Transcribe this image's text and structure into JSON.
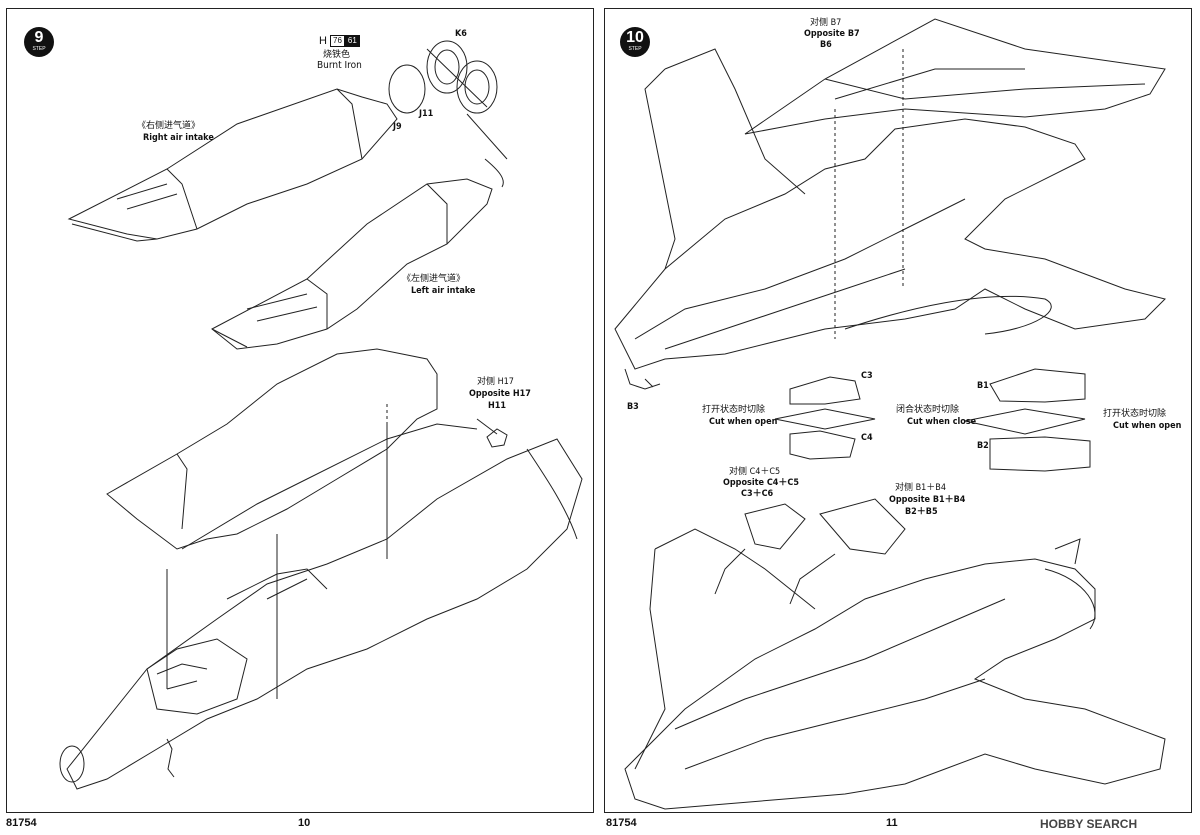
{
  "left_page": {
    "step_number": "9",
    "step_word": "STEP",
    "paint": {
      "code_letter": "H",
      "code1": "76",
      "code2": "61",
      "name_cn": "烧铁色",
      "name_en": "Burnt Iron"
    },
    "parts": {
      "k6": "K6",
      "j9": "J9",
      "j11": "J11",
      "h11": "H11"
    },
    "labels": {
      "right_intake_cn": "《右侧进气道》",
      "right_intake_en": "Right air intake",
      "left_intake_cn": "《左侧进气道》",
      "left_intake_en": "Left air intake",
      "opposite_h17_cn": "对侧 H17",
      "opposite_h17_en": "Opposite H17"
    },
    "footer_code": "81754",
    "page_number": "10"
  },
  "right_page": {
    "step_number": "10",
    "step_word": "STEP",
    "labels": {
      "opposite_b7_cn": "对侧 B7",
      "opposite_b7_en": "Opposite B7",
      "b6": "B6",
      "b3": "B3",
      "c3": "C3",
      "c4": "C4",
      "b1": "B1",
      "b2": "B2",
      "cut_open_cn": "打开状态时切除",
      "cut_open_en": "Cut when open",
      "cut_close_cn": "闭合状态时切除",
      "cut_close_en": "Cut when close",
      "cut_open2_cn": "打开状态时切除",
      "cut_open2_en": "Cut when open",
      "opp_c4c5_cn": "对侧 C4＋C5",
      "opp_c4c5_en": "Opposite C4＋C5",
      "c3c6": "C3＋C6",
      "opp_b1b4_cn": "对侧 B1＋B4",
      "opp_b1b4_en": "Opposite B1＋B4",
      "b2b5": "B2＋B5"
    },
    "footer_code": "81754",
    "page_number": "11"
  },
  "watermark": "HOBBY SEARCH"
}
